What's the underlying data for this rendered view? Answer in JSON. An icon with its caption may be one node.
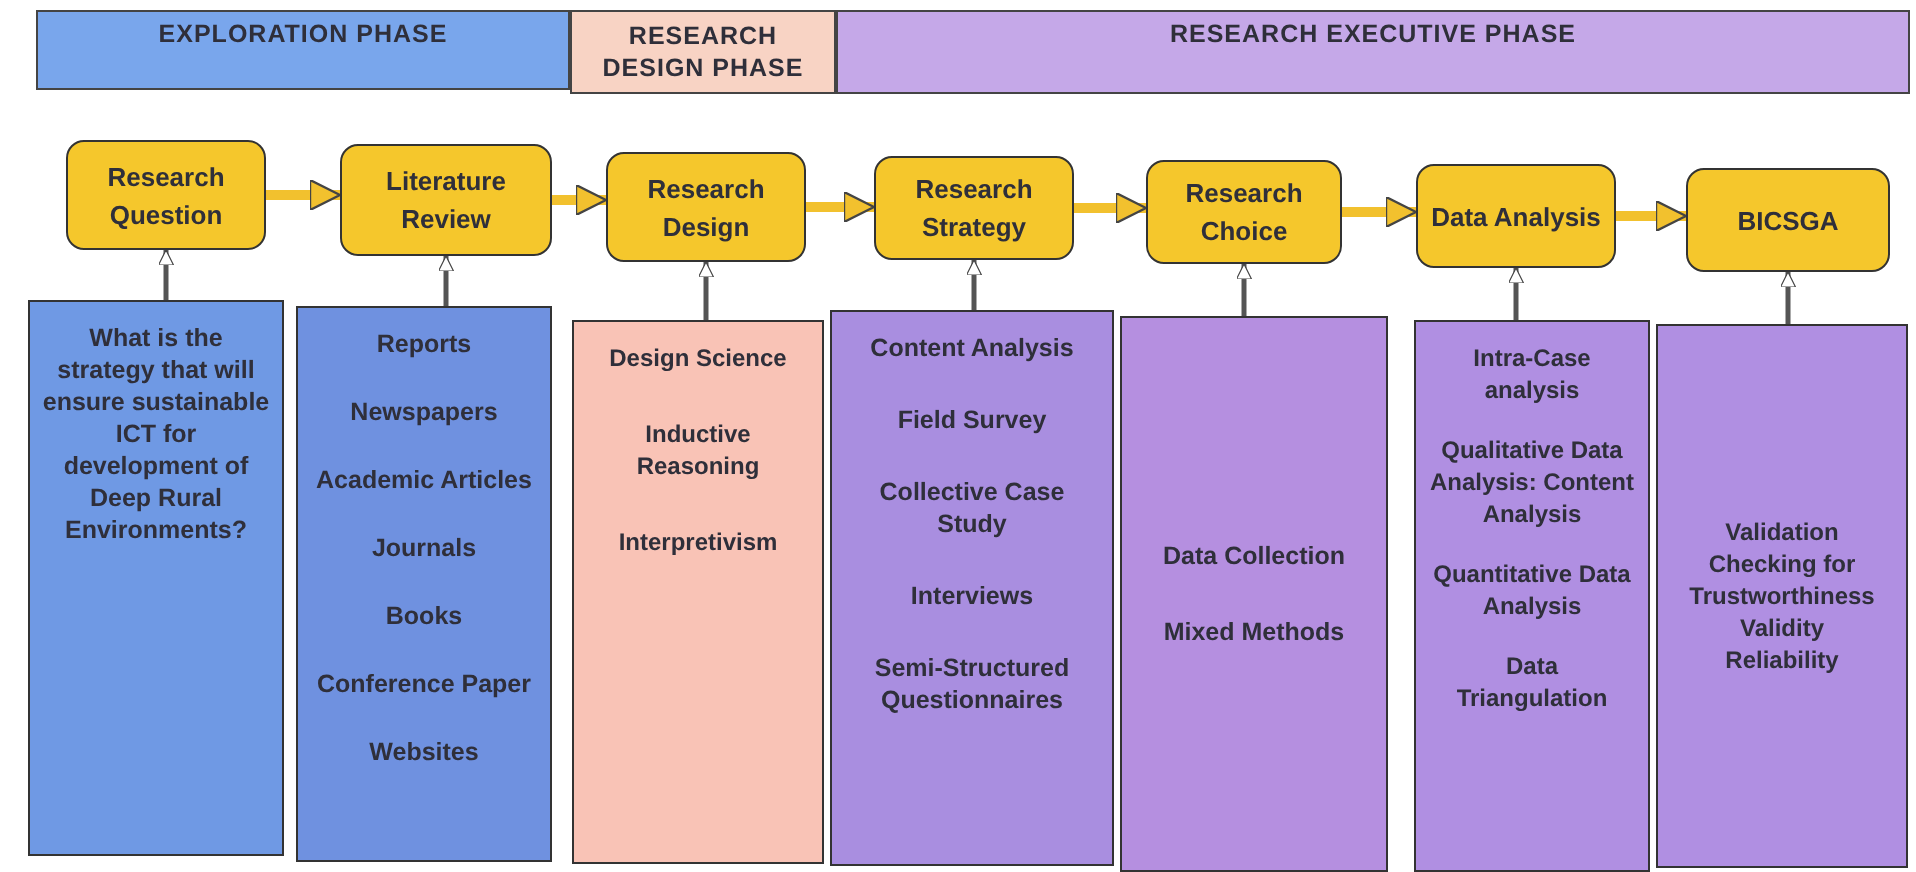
{
  "diagram": {
    "nodes": [
      {
        "text": [
          "EXPLORATION PHASE"
        ]
      },
      {
        "text": [
          "RESEARCH DESIGN PHASE"
        ]
      },
      {
        "text": [
          "RESEARCH EXECUTIVE PHASE"
        ]
      },
      {
        "text": [
          "Research Question"
        ]
      },
      {
        "text": [
          "Literature Review"
        ]
      },
      {
        "text": [
          "Research Design"
        ]
      },
      {
        "text": [
          "Research Strategy"
        ]
      },
      {
        "text": [
          "Research Choice"
        ]
      },
      {
        "text": [
          "Data Analysis"
        ]
      },
      {
        "text": [
          "BICSGA"
        ]
      },
      {
        "text": [
          "What is the strategy that will ensure sustainable ICT for development of Deep Rural Environments?"
        ]
      },
      {
        "text": [
          "Reports",
          "Newspapers",
          "Academic Articles",
          "Journals",
          "Books",
          "Conference Paper",
          "Websites"
        ]
      },
      {
        "text": [
          "Design Science",
          "Inductive Reasoning",
          "Interpretivism"
        ]
      },
      {
        "text": [
          "Content Analysis",
          "Field Survey",
          "Collective Case Study",
          "Interviews",
          "Semi-Structured Questionnaires"
        ]
      },
      {
        "text": [
          "Data Collection",
          "Mixed Methods"
        ]
      },
      {
        "text": [
          "Intra-Case analysis",
          "Qualitative Data Analysis: Content Analysis",
          "Quantitative Data Analysis",
          "Data Triangulation"
        ]
      },
      {
        "text": [
          "Validation Checking for Trustworthiness",
          "Validity",
          "Reliability"
        ]
      }
    ],
    "edges": [
      {
        "from": 3,
        "to": 4,
        "arrow": "to",
        "style": "thick",
        "color": "#f2c12e"
      },
      {
        "from": 4,
        "to": 5,
        "arrow": "to",
        "style": "thick",
        "color": "#f2c12e"
      },
      {
        "from": 5,
        "to": 6,
        "arrow": "to",
        "style": "thick",
        "color": "#f2c12e"
      },
      {
        "from": 6,
        "to": 7,
        "arrow": "to",
        "style": "thick",
        "color": "#f2c12e"
      },
      {
        "from": 7,
        "to": 8,
        "arrow": "to",
        "style": "thick",
        "color": "#f2c12e"
      },
      {
        "from": 8,
        "to": 9,
        "arrow": "to",
        "style": "thick",
        "color": "#f2c12e"
      },
      {
        "from": 10,
        "to": 3,
        "arrow": "to"
      },
      {
        "from": 11,
        "to": 4,
        "arrow": "to"
      },
      {
        "from": 12,
        "to": 5,
        "arrow": "to"
      },
      {
        "from": 13,
        "to": 6,
        "arrow": "to"
      },
      {
        "from": 14,
        "to": 7,
        "arrow": "to"
      },
      {
        "from": 15,
        "to": 8,
        "arrow": "to"
      },
      {
        "from": 16,
        "to": 9,
        "arrow": "to"
      }
    ]
  }
}
